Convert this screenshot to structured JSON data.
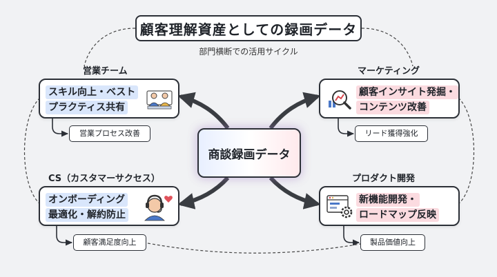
{
  "title": "顧客理解資産としての録画データ",
  "subtitle": "部門横断での活用サイクル",
  "center": "商談録画データ",
  "quadrants": {
    "sales": {
      "label": "営業チーム",
      "lines": [
        "スキル向上・ベスト",
        "プラクティス共有"
      ],
      "outcome": "営業プロセス改善",
      "icon": "two-people-meeting-icon"
    },
    "marketing": {
      "label": "マーケティング",
      "lines": [
        "顧客インサイト発掘・",
        "コンテンツ改善"
      ],
      "outcome": "リード獲得強化",
      "icon": "chart-magnifier-icon"
    },
    "cs": {
      "label": "CS（カスタマーサクセス）",
      "lines": [
        "オンボーディング",
        "最適化・解約防止"
      ],
      "outcome": "顧客満足度向上",
      "icon": "support-agent-heart-icon"
    },
    "product": {
      "label": "プロダクト開発",
      "lines": [
        "新機能開発・",
        "ロードマップ反映"
      ],
      "outcome": "製品価値向上",
      "icon": "browser-gear-icon"
    }
  },
  "colors": {
    "blue_highlight": "#d9e6fb",
    "pink_highlight": "#fbdbe0",
    "arrow": "#3a3d42",
    "background": "#f1f2f4"
  }
}
